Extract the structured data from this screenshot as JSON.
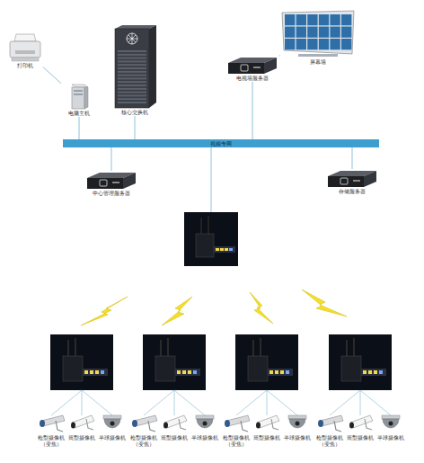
{
  "diagram": {
    "nodes": [
      {
        "text": [
          "打印机"
        ]
      },
      {
        "text": [
          "电脑主机"
        ]
      },
      {
        "text": [
          "核心交换机"
        ]
      },
      {
        "text": [
          "屏幕墙"
        ]
      },
      {
        "text": [
          "电视墙服务器"
        ]
      },
      {
        "text": [
          "视频专网"
        ]
      },
      {
        "text": [
          "中心管理服务器"
        ]
      },
      {
        "text": [
          "存储服务器"
        ]
      },
      {
        "text": [
          "枪型摄像机（变焦）"
        ]
      },
      {
        "text": [
          "筒型摄像机"
        ]
      },
      {
        "text": [
          "半球摄像机"
        ]
      },
      {
        "text": [
          "枪型摄像机（变焦）"
        ]
      },
      {
        "text": [
          "筒型摄像机"
        ]
      },
      {
        "text": [
          "半球摄像机"
        ]
      },
      {
        "text": [
          "枪型摄像机（变焦）"
        ]
      },
      {
        "text": [
          "筒型摄像机"
        ]
      },
      {
        "text": [
          "半球摄像机"
        ]
      },
      {
        "text": [
          "枪型摄像机（变焦）"
        ]
      },
      {
        "text": [
          "筒型摄像机"
        ]
      },
      {
        "text": [
          "半球摄像机"
        ]
      }
    ],
    "edges": [
      {
        "from": 0,
        "to": 1,
        "arrow": "none"
      },
      {
        "from": 1,
        "to": 5,
        "arrow": "none"
      },
      {
        "from": 2,
        "to": 5,
        "arrow": "none"
      },
      {
        "from": 3,
        "to": 4,
        "arrow": "none"
      },
      {
        "from": 4,
        "to": 5,
        "arrow": "none"
      },
      {
        "from": 5,
        "to": 6,
        "arrow": "none"
      },
      {
        "from": 5,
        "to": 7,
        "arrow": "none"
      }
    ]
  }
}
